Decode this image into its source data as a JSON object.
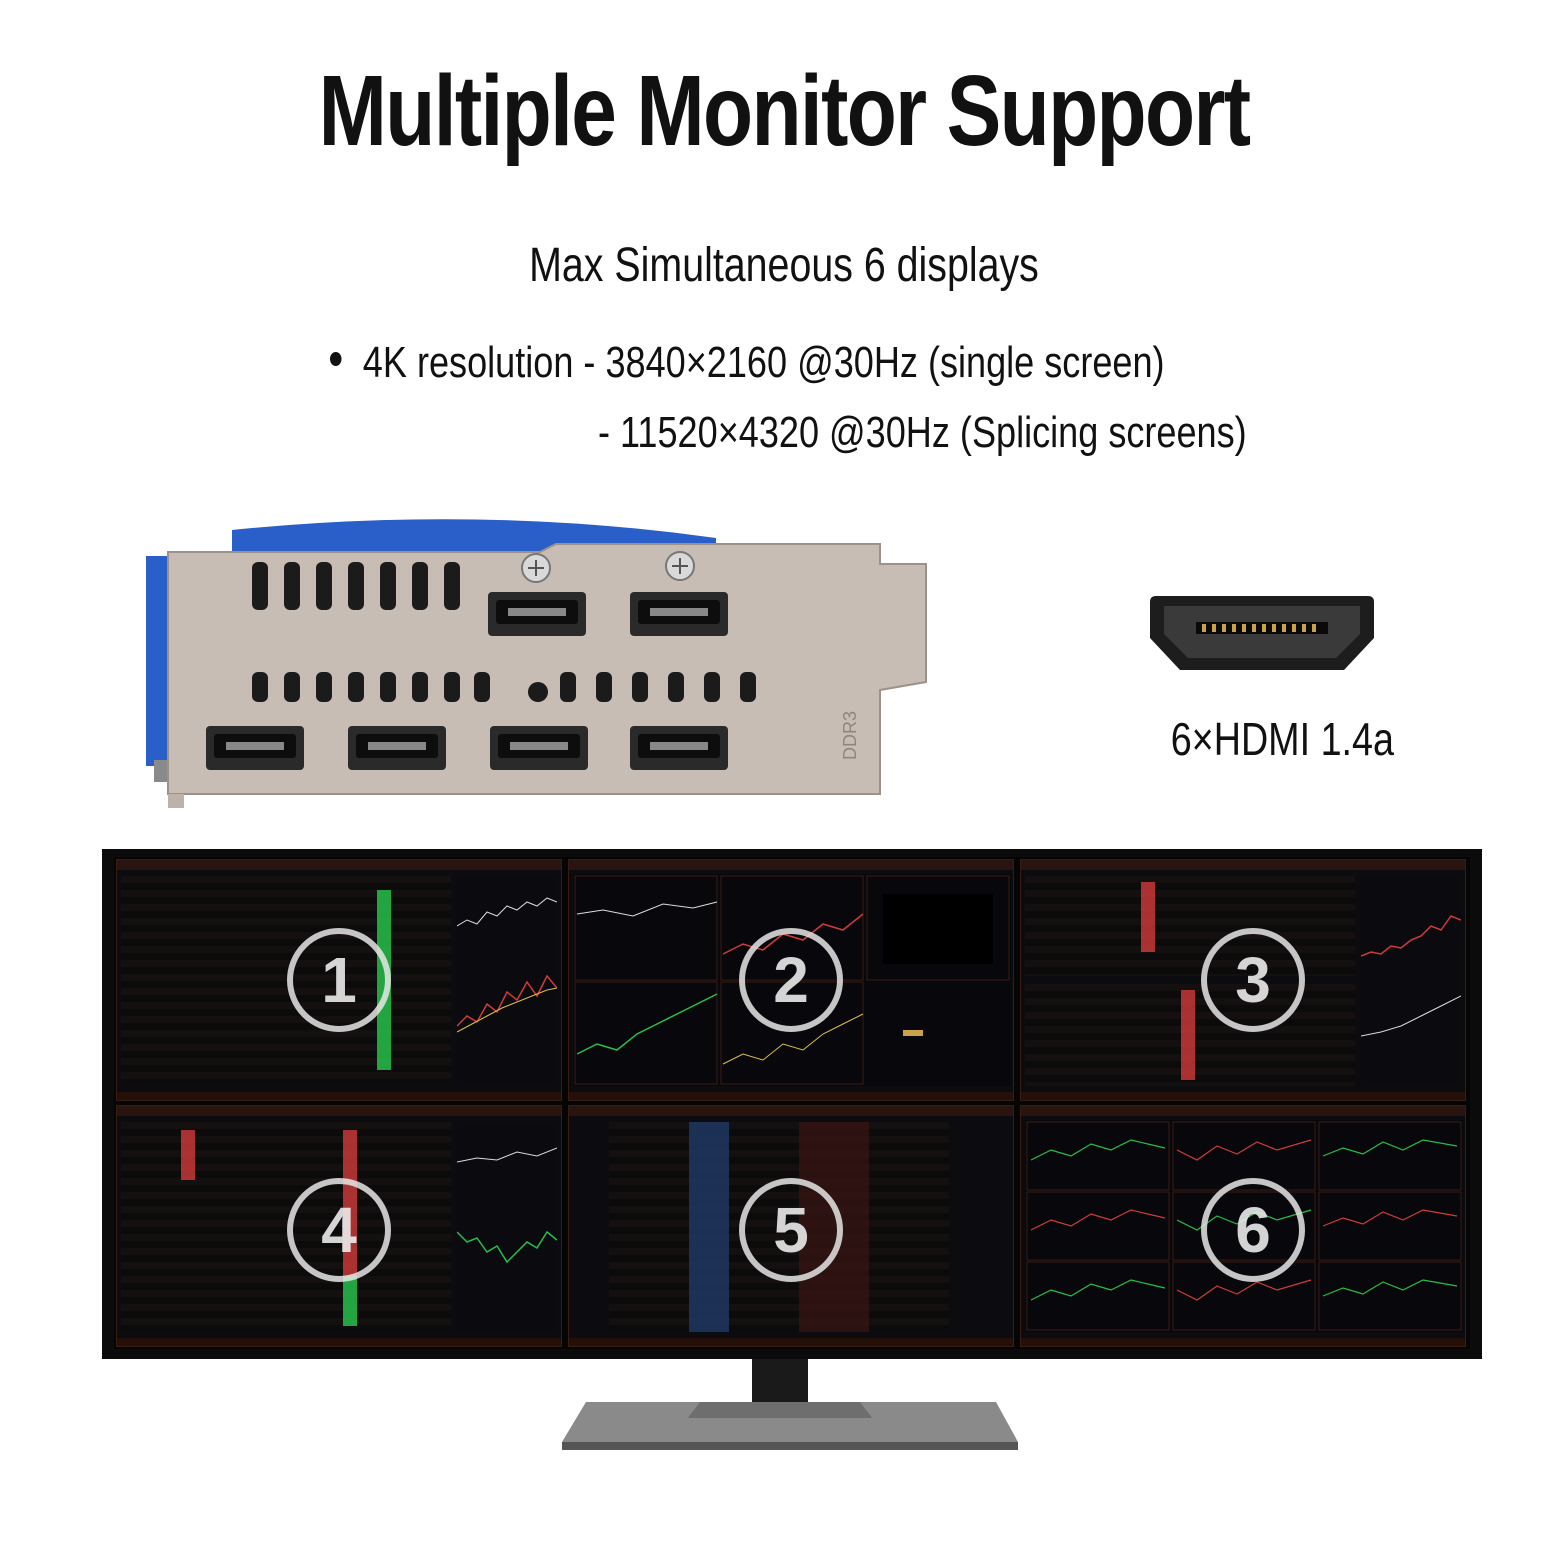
{
  "title": "Multiple Monitor Support",
  "subtitle": "Max Simultaneous 6 displays",
  "specs": {
    "line1": "4K resolution - 3840×2160 @30Hz (single screen)",
    "line2": "- 11520×4320 @30Hz (Splicing screens)"
  },
  "port_label": "6×HDMI 1.4a",
  "bracket_text": "DDR3",
  "screens": [
    "1",
    "2",
    "3",
    "4",
    "5",
    "6"
  ],
  "colors": {
    "bracket": "#c8bdb4",
    "heatsink": "#2a5ec8",
    "screen_bg": "#050505",
    "up": "#27c04a",
    "down": "#d23b3b"
  }
}
